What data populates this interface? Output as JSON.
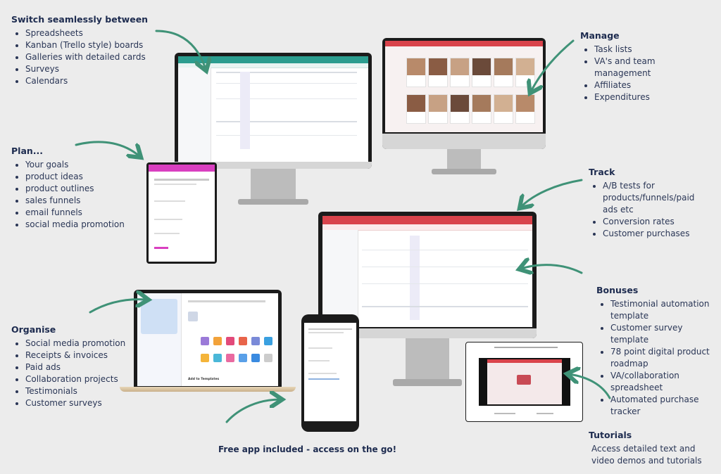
{
  "sections": {
    "switch": {
      "heading": "Switch seamlessly between",
      "items": [
        "Spreadsheets",
        "Kanban (Trello style) boards",
        "Galleries with detailed cards",
        "Surveys",
        "Calendars"
      ]
    },
    "plan": {
      "heading": "Plan...",
      "items": [
        "Your goals",
        "product ideas",
        "product outlines",
        "sales funnels",
        "email funnels",
        "social media promotion"
      ]
    },
    "organise": {
      "heading": "Organise",
      "items": [
        "Social media promotion",
        "Receipts & invoices",
        "Paid ads",
        "Collaboration projects",
        "Testimonials",
        "Customer surveys"
      ]
    },
    "manage": {
      "heading": "Manage",
      "items": [
        "Task lists",
        "VA's and team management",
        "Affiliates",
        "Expenditures"
      ]
    },
    "track": {
      "heading": "Track",
      "items": [
        "A/B tests for products/funnels/paid ads etc",
        "Conversion rates",
        "Customer purchases"
      ]
    },
    "bonuses": {
      "heading": "Bonuses",
      "items": [
        "Testimonial automation template",
        "Customer survey template",
        "78 point digital product roadmap",
        "VA/collaboration spreadsheet",
        "Automated purchase tracker"
      ]
    },
    "tutorials": {
      "heading": "Tutorials",
      "text": "Access detailed text and video demos and tutorials"
    }
  },
  "caption": "Free app included - access on the go!",
  "mockups": {
    "laptop_side_title": "Add to Templates",
    "colors": {
      "teal": "#2b9d8f",
      "magenta": "#d93fc0",
      "red": "#d9434b",
      "arrow": "#3f9277",
      "screen_bg": "#ffffff",
      "bezel": "#1b1b1b"
    }
  }
}
